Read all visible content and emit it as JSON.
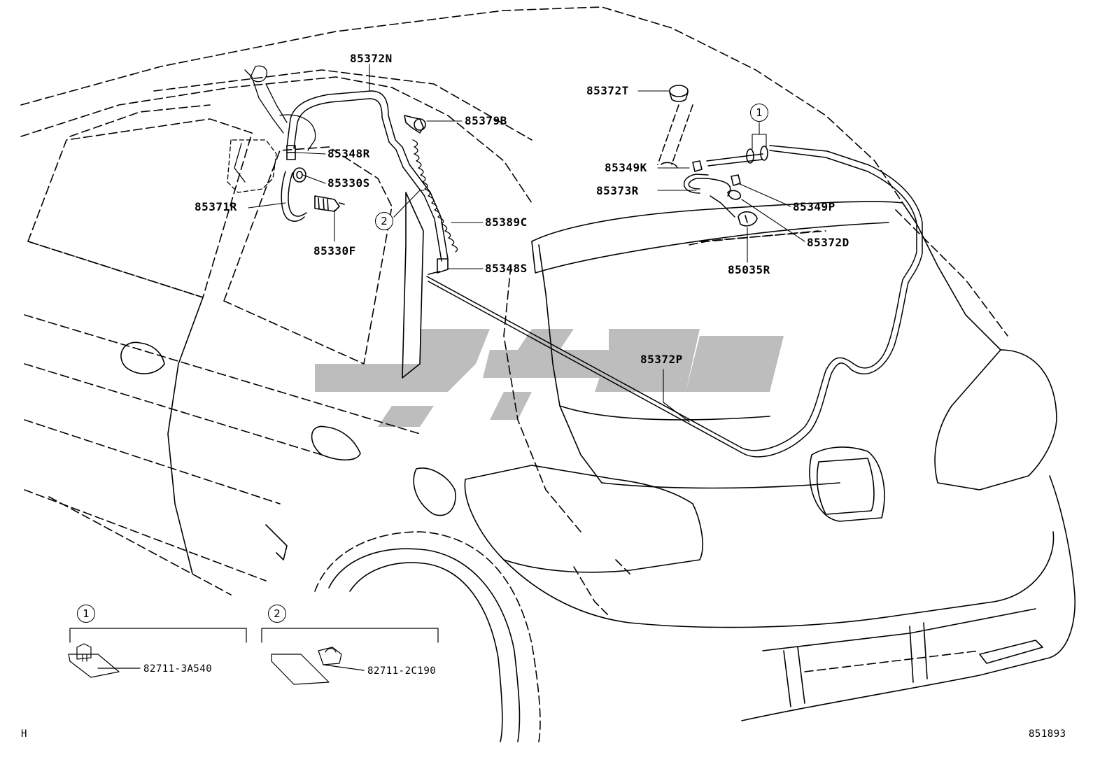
{
  "watermark": {
    "color": "#bdbdbd"
  },
  "callouts": {
    "c1": "1",
    "c2": "2"
  },
  "parts": {
    "p85372N": "85372N",
    "p85379B": "85379B",
    "p85348R": "85348R",
    "p85330S": "85330S",
    "p85371R": "85371R",
    "p85330F": "85330F",
    "p85389C": "85389C",
    "p85348S": "85348S",
    "p85372T": "85372T",
    "p85349K": "85349K",
    "p85373R": "85373R",
    "p85349P": "85349P",
    "p85372D": "85372D",
    "p85035R": "85035R",
    "p85372P": "85372P"
  },
  "insets": {
    "inset1_part": "82711-3A540",
    "inset2_part": "82711-2C190"
  },
  "footer": {
    "left_code": "H",
    "diagram_number": "851893"
  }
}
